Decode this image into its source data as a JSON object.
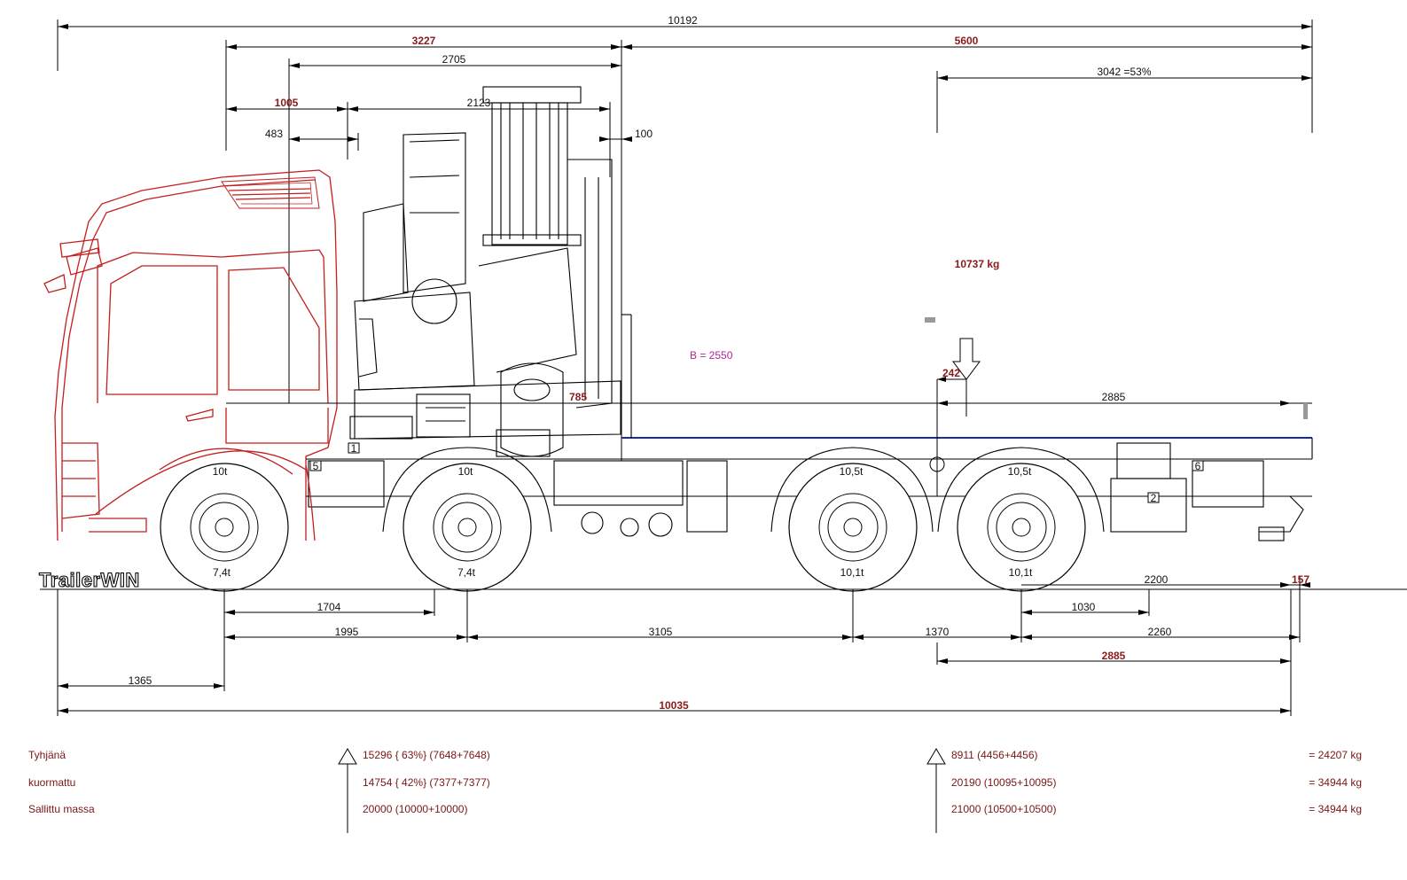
{
  "logo": {
    "text": "TrailerWIN"
  },
  "top_dimensions": {
    "overall": "10192",
    "cab_to_crane": "3227",
    "body": "5600",
    "crane_zone": "2705",
    "load_share": "3042 =53%",
    "front_overhang": "1005",
    "crane_width": "2123",
    "offset_483": "483",
    "offset_100": "100"
  },
  "mid_labels": {
    "load_mass": "10737 kg",
    "body_width": "B = 2550",
    "cog_offset": "242",
    "rear_length": "2885",
    "offset_785": "785",
    "marker_1": "1",
    "marker_2": "2",
    "marker_5": "5",
    "marker_6": "6"
  },
  "axles": [
    {
      "capacity": "10t",
      "load": "7,4t"
    },
    {
      "capacity": "10t",
      "load": "7,4t"
    },
    {
      "capacity": "10,5t",
      "load": "10,1t"
    },
    {
      "capacity": "10,5t",
      "load": "10,1t"
    }
  ],
  "bottom_dimensions": {
    "d_1704": "1704",
    "d_1995": "1995",
    "d_3105": "3105",
    "d_1370": "1370",
    "d_1030": "1030",
    "d_2200": "2200",
    "d_2260": "2260",
    "d_157": "157",
    "d_2885": "2885",
    "d_1365": "1365",
    "d_10035": "10035"
  },
  "weights_table": {
    "rows": [
      {
        "label": "Tyhjänä",
        "front": "15296 { 63%} (7648+7648)",
        "rear": "8911 (4456+4456)",
        "total": "=  24207 kg"
      },
      {
        "label": "kuormattu",
        "front": "14754 { 42%} (7377+7377)",
        "rear": "20190 (10095+10095)",
        "total": "=  34944 kg"
      },
      {
        "label": "Sallittu massa",
        "front": "20000 (10000+10000)",
        "rear": "21000 (10500+10500)",
        "total": "=  34944 kg"
      }
    ]
  },
  "colors": {
    "cab": "#c41e1e",
    "dimension_red": "#8b1a1a",
    "table_text": "#7a1616",
    "body_line": "#1a2aa0",
    "magenta": "#b0259a"
  }
}
